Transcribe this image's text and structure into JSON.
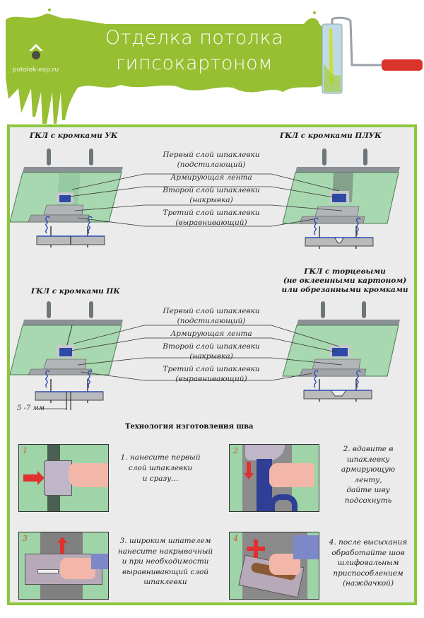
{
  "header": {
    "title_line1": "Отделка потолка",
    "title_line2": "гипсокартоном",
    "logo_text": "potolok-exp.ru",
    "colors": {
      "paint_green": "#96bf32",
      "roller_handle": "#d9332b",
      "frame_green": "#8cc63e"
    }
  },
  "joint_types": [
    {
      "title": "ГКЛ с кромками УК",
      "layers": [
        "Первый слой шпаклевки",
        "(подстилающий)",
        "Армирующая лента",
        "Второй слой шпаклевки",
        "(накрывка)",
        "Третий слой шпаклевки",
        "(выравнивающий)"
      ]
    },
    {
      "title": "ГКЛ с кромками ПЛУК"
    },
    {
      "title": "ГКЛ с кромками ПК",
      "layers": [
        "Первый слой шпаклевки",
        "(подстилающий)",
        "Армирующая лента",
        "Второй слой шпаклевки",
        "(накрывка)",
        "Третий слой шпаклевки",
        "(выравнивающий)"
      ],
      "gap_label": "5 -7 мм"
    },
    {
      "title_line1": "ГКЛ с торцевыми",
      "title_line2": "(не оклеенными картоном)",
      "title_line3": "или обрезанными кромками"
    }
  ],
  "technology": {
    "title": "Технология изготовления шва",
    "steps": [
      {
        "num": "1",
        "lines": [
          "1. нанесите первый",
          "слой шпаклевки",
          "и сразу..."
        ]
      },
      {
        "num": "2",
        "lines": [
          "2. вдавите в",
          "шпаклевку",
          "армирующую",
          "ленту,",
          "дайте шву",
          "подсохнуть"
        ]
      },
      {
        "num": "3",
        "lines": [
          "3. широким шпателем",
          "нанесите накрывочный",
          "и при необходимости",
          "выравнивающий слой",
          "шпаклевки"
        ]
      },
      {
        "num": "4",
        "lines": [
          "4. после высыхания",
          "обработайте шов",
          "шлифовальным",
          "приспособлением",
          "(наждачкой)"
        ]
      }
    ]
  }
}
